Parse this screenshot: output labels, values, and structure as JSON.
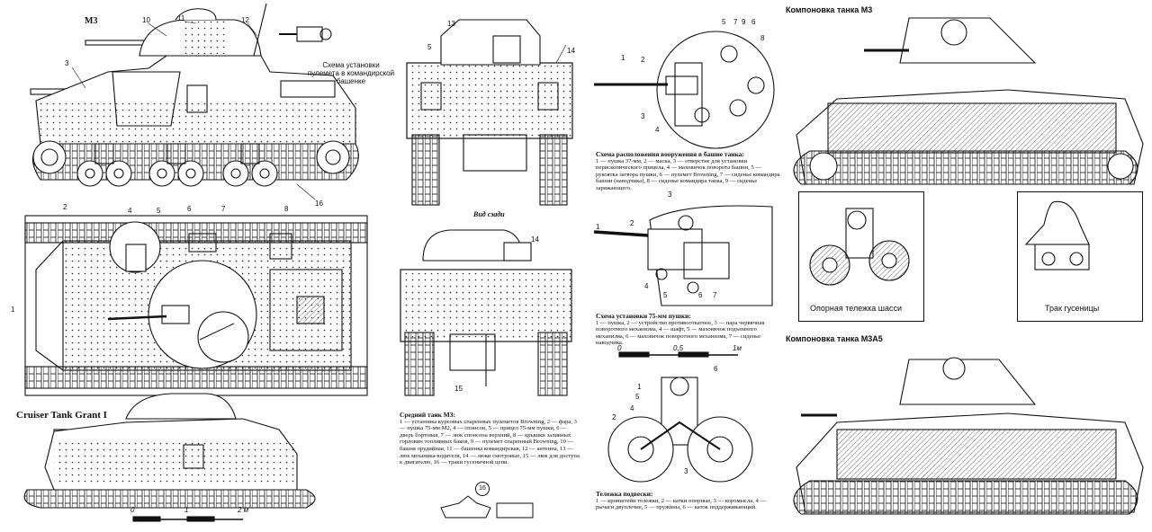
{
  "titles": {
    "m3": "M3",
    "grant": "Cruiser Tank Grant I",
    "rear": "Вид сзади",
    "layout_m3": "Компоновка танка М3",
    "layout_m3a5": "Компоновка танка М3А5"
  },
  "captions": {
    "mg_cupola": [
      "Схема установки",
      "пулемета в командирской",
      "башенке"
    ],
    "bogie": "Опорная тележка шасси",
    "track": "Трак гусеницы"
  },
  "scale_bar": {
    "zero": "0",
    "mid": "1",
    "end": "2 м"
  },
  "scale_bar2": {
    "zero": "0",
    "mid": "0,5",
    "end": "1м"
  },
  "page_number": "16",
  "text_blocks": {
    "turret": {
      "heading": "Схема расположения вооружения в башне танка:",
      "body": "1 — пушка 37-мм, 2 — маска, 3 — отверстие для установки перископического прицела, 4 — маховичок поворота башни, 5 — рукоятка затвора пушки, 6 — пулемет Browning, 7 — сиденье командира башни (наводчика), 8 — сиденье командира танка, 9 — сиденье заряжающего."
    },
    "gun75": {
      "heading": "Схема установки 75-мм пушки:",
      "body": "1 — пушка, 2 — устройство противооткатное, 3 — пара червячная поворотного механизма, 4 — шафт, 5 — маховичок подъемного механизма, 6 — маховичок поворотного механизма, 7 — сиденье наводчика."
    },
    "medium": {
      "heading": "Средний танк М3:",
      "body": "1 — установка курсовых спаренных пулеметов Browning, 2 — фара, 3 — пушка 75-мм М2, 4 — спонсон, 5 — прицел 75-мм пушки, 6 — дверь бортовая, 7 — люк спонсона верхний, 8 — крышки заливных горловин топливных баков, 9 — пулемет спаренный Browning, 10 — башня орудийная, 11 — башенка командирская, 12 — антенна, 13 — люк механика-водителя, 14 — люки смотровые, 15 — люк для доступа к двигателю, 16 — траки гусеничной цепи."
    },
    "bogie": {
      "heading": "Тележка подвески:",
      "body": "1 — кронштейн тележки, 2 — катки опорные, 3 — коромысла, 4 — рычаги двуплечие, 5 — пружины, 6 — каток поддерживающий."
    }
  },
  "callouts": {
    "side": [
      "3",
      "10",
      "11",
      "12",
      "16"
    ],
    "top": [
      "1",
      "2",
      "4",
      "5",
      "6",
      "7",
      "8"
    ],
    "front": [
      "5",
      "13",
      "14"
    ],
    "rear": [
      "14",
      "15"
    ],
    "turret": [
      "1",
      "2",
      "3",
      "4",
      "5",
      "6",
      "7",
      "8",
      "9"
    ],
    "gun75": [
      "1",
      "2",
      "3",
      "4",
      "5",
      "6",
      "7"
    ],
    "bogie": [
      "1",
      "2",
      "3",
      "4",
      "5",
      "6"
    ]
  }
}
